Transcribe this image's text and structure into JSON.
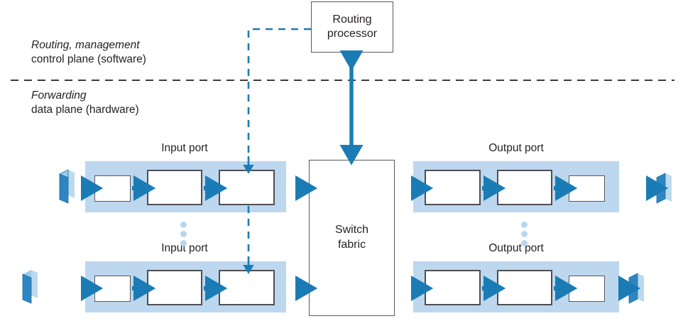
{
  "figure": {
    "title": "Router architecture: control plane and data plane",
    "colors": {
      "arrow_blue": "#1B7CB5",
      "arrow_blue_dark": "#17699c",
      "band_light_blue": "#bdd7ee",
      "dash_blue": "#1B7CB5",
      "separator_black": "#231f20",
      "box_stroke": "#58595b",
      "slab_front": "#2E86C1",
      "slab_side": "#9fcbe8",
      "ellipsis_dot": "#b9d6ef",
      "text": "#231f20"
    }
  },
  "planes": {
    "control": {
      "emphasis": "Routing, management",
      "detail": "control plane (software)"
    },
    "data": {
      "emphasis": "Forwarding",
      "detail": "data plane (hardware)"
    }
  },
  "routing_processor": {
    "line1": "Routing",
    "line2": "processor"
  },
  "switch_fabric": {
    "line1": "Switch",
    "line2": "fabric"
  },
  "input_ports": [
    {
      "title": "Input port",
      "stages": [
        "",
        "",
        ""
      ]
    },
    {
      "title": "Input port",
      "stages": [
        "",
        "",
        ""
      ]
    }
  ],
  "output_ports": [
    {
      "title": "Output port",
      "stages": [
        "",
        "",
        ""
      ]
    },
    {
      "title": "Output port",
      "stages": [
        "",
        "",
        ""
      ]
    }
  ],
  "ellipsis": {
    "input": "⋮",
    "output": "⋮"
  },
  "connections": {
    "control_to_input_ports": "dashed blue control signalling",
    "processor_to_fabric": "bidirectional blue arrow",
    "input_to_fabric": "solid blue data arrow",
    "fabric_to_output": "solid blue data arrow"
  }
}
